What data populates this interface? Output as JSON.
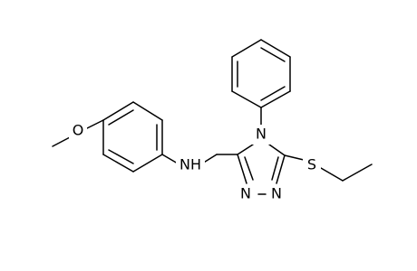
{
  "molecule": {
    "atom_labels": {
      "oxygen": "O",
      "amine": "NH",
      "triazole_n4": "N",
      "triazole_n1": "N",
      "triazole_n2": "N",
      "sulfur": "S"
    }
  },
  "colors": {
    "background": "#ffffff",
    "bond": "#000000",
    "text": "#000000"
  }
}
